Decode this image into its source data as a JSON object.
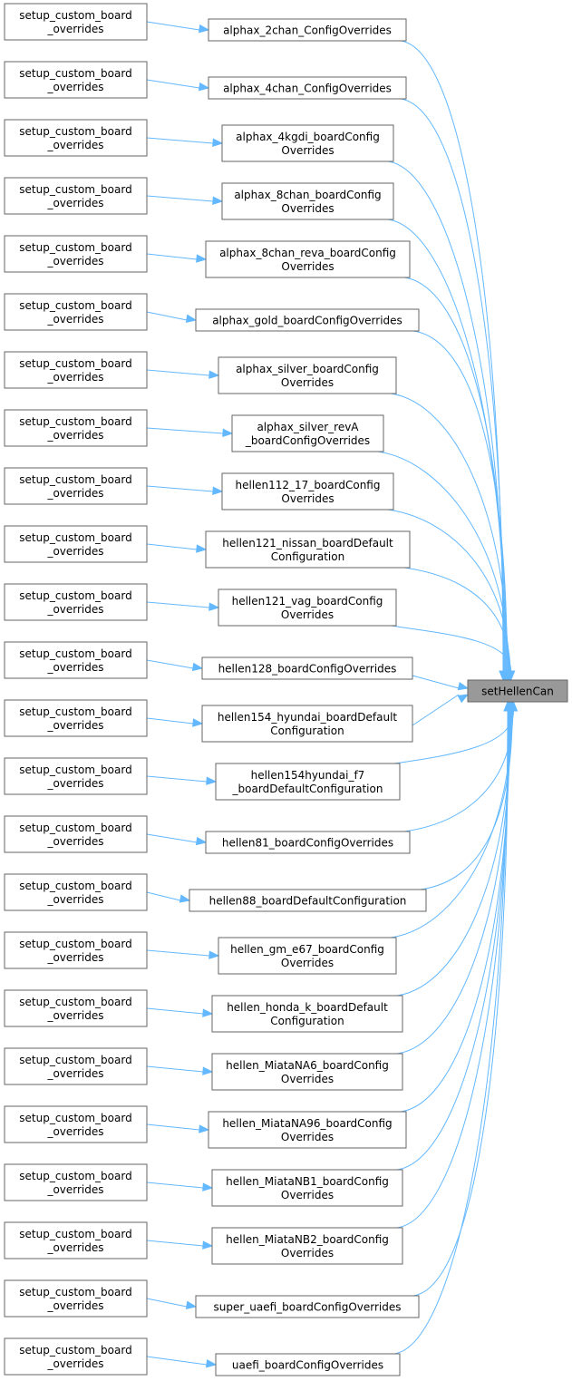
{
  "diagram": {
    "type": "call-graph",
    "target": {
      "label": "setHellenCan"
    },
    "edge_color": "#63b8ff",
    "target_fill": "#999999",
    "node_border": "#666666",
    "rows": [
      {
        "caller": [
          "setup_custom_board",
          "_overrides"
        ],
        "callee": [
          "alphax_2chan_ConfigOverrides"
        ]
      },
      {
        "caller": [
          "setup_custom_board",
          "_overrides"
        ],
        "callee": [
          "alphax_4chan_ConfigOverrides"
        ]
      },
      {
        "caller": [
          "setup_custom_board",
          "_overrides"
        ],
        "callee": [
          "alphax_4kgdi_boardConfig",
          "Overrides"
        ]
      },
      {
        "caller": [
          "setup_custom_board",
          "_overrides"
        ],
        "callee": [
          "alphax_8chan_boardConfig",
          "Overrides"
        ]
      },
      {
        "caller": [
          "setup_custom_board",
          "_overrides"
        ],
        "callee": [
          "alphax_8chan_reva_boardConfig",
          "Overrides"
        ]
      },
      {
        "caller": [
          "setup_custom_board",
          "_overrides"
        ],
        "callee": [
          "alphax_gold_boardConfigOverrides"
        ]
      },
      {
        "caller": [
          "setup_custom_board",
          "_overrides"
        ],
        "callee": [
          "alphax_silver_boardConfig",
          "Overrides"
        ]
      },
      {
        "caller": [
          "setup_custom_board",
          "_overrides"
        ],
        "callee": [
          "alphax_silver_revA",
          "_boardConfigOverrides"
        ]
      },
      {
        "caller": [
          "setup_custom_board",
          "_overrides"
        ],
        "callee": [
          "hellen112_17_boardConfig",
          "Overrides"
        ]
      },
      {
        "caller": [
          "setup_custom_board",
          "_overrides"
        ],
        "callee": [
          "hellen121_nissan_boardDefault",
          "Configuration"
        ]
      },
      {
        "caller": [
          "setup_custom_board",
          "_overrides"
        ],
        "callee": [
          "hellen121_vag_boardConfig",
          "Overrides"
        ]
      },
      {
        "caller": [
          "setup_custom_board",
          "_overrides"
        ],
        "callee": [
          "hellen128_boardConfigOverrides"
        ]
      },
      {
        "caller": [
          "setup_custom_board",
          "_overrides"
        ],
        "callee": [
          "hellen154_hyundai_boardDefault",
          "Configuration"
        ]
      },
      {
        "caller": [
          "setup_custom_board",
          "_overrides"
        ],
        "callee": [
          "hellen154hyundai_f7",
          "_boardDefaultConfiguration"
        ]
      },
      {
        "caller": [
          "setup_custom_board",
          "_overrides"
        ],
        "callee": [
          "hellen81_boardConfigOverrides"
        ]
      },
      {
        "caller": [
          "setup_custom_board",
          "_overrides"
        ],
        "callee": [
          "hellen88_boardDefaultConfiguration"
        ]
      },
      {
        "caller": [
          "setup_custom_board",
          "_overrides"
        ],
        "callee": [
          "hellen_gm_e67_boardConfig",
          "Overrides"
        ]
      },
      {
        "caller": [
          "setup_custom_board",
          "_overrides"
        ],
        "callee": [
          "hellen_honda_k_boardDefault",
          "Configuration"
        ]
      },
      {
        "caller": [
          "setup_custom_board",
          "_overrides"
        ],
        "callee": [
          "hellen_MiataNA6_boardConfig",
          "Overrides"
        ]
      },
      {
        "caller": [
          "setup_custom_board",
          "_overrides"
        ],
        "callee": [
          "hellen_MiataNA96_boardConfig",
          "Overrides"
        ]
      },
      {
        "caller": [
          "setup_custom_board",
          "_overrides"
        ],
        "callee": [
          "hellen_MiataNB1_boardConfig",
          "Overrides"
        ]
      },
      {
        "caller": [
          "setup_custom_board",
          "_overrides"
        ],
        "callee": [
          "hellen_MiataNB2_boardConfig",
          "Overrides"
        ]
      },
      {
        "caller": [
          "setup_custom_board",
          "_overrides"
        ],
        "callee": [
          "super_uaefi_boardConfigOverrides"
        ]
      },
      {
        "caller": [
          "setup_custom_board",
          "_overrides"
        ],
        "callee": [
          "uaefi_boardConfigOverrides"
        ]
      }
    ]
  }
}
